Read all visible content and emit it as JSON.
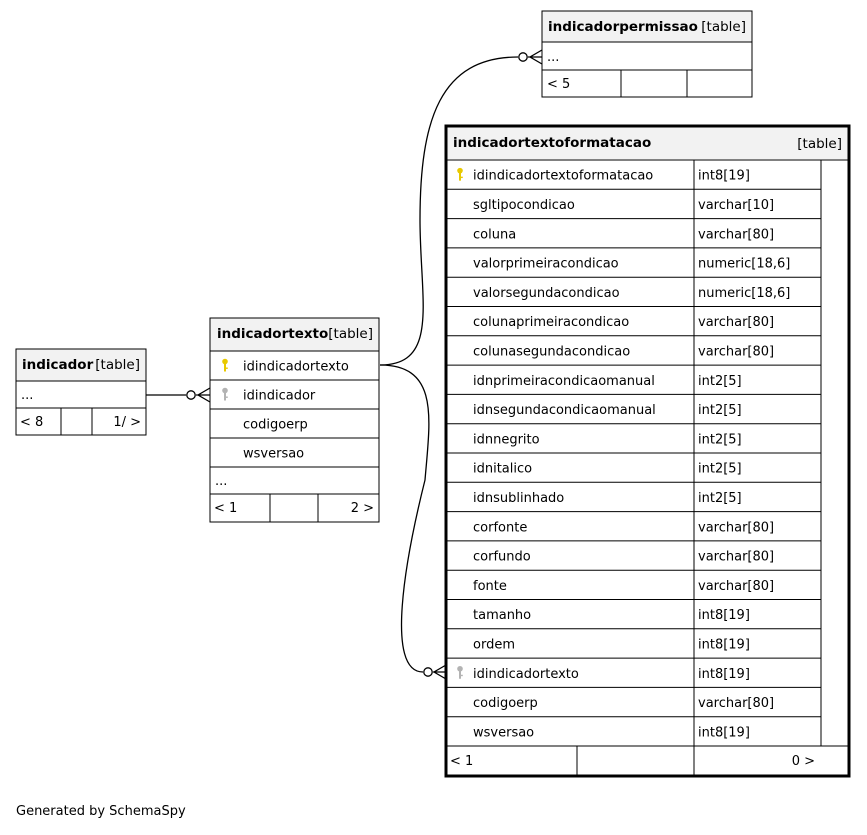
{
  "footer": "Generated by SchemaSpy",
  "type_label": "[table]",
  "tables": {
    "indicadorpermissao": {
      "name": "indicadorpermissao",
      "ellipsis": "...",
      "nav": {
        "left": "< 5",
        "mid": "",
        "right": ""
      }
    },
    "indicador": {
      "name": "indicador",
      "ellipsis": "...",
      "nav": {
        "left": "< 8",
        "mid": "",
        "right": "1/ >"
      }
    },
    "indicadortexto": {
      "name": "indicadortexto",
      "ellipsis": "...",
      "columns": [
        {
          "name": "idindicadortexto",
          "key": "primary"
        },
        {
          "name": "idindicador",
          "key": "foreign"
        },
        {
          "name": "codigoerp",
          "key": ""
        },
        {
          "name": "wsversao",
          "key": ""
        }
      ],
      "nav": {
        "left": "< 1",
        "mid": "",
        "right": "2 >"
      }
    },
    "indicadortextoformatacao": {
      "name": "indicadortextoformatacao",
      "columns": [
        {
          "name": "idindicadortextoformatacao",
          "type": "int8[19]",
          "key": "primary"
        },
        {
          "name": "sgltipocondicao",
          "type": "varchar[10]",
          "key": ""
        },
        {
          "name": "coluna",
          "type": "varchar[80]",
          "key": ""
        },
        {
          "name": "valorprimeiracondicao",
          "type": "numeric[18,6]",
          "key": ""
        },
        {
          "name": "valorsegundacondicao",
          "type": "numeric[18,6]",
          "key": ""
        },
        {
          "name": "colunaprimeiracondicao",
          "type": "varchar[80]",
          "key": ""
        },
        {
          "name": "colunasegundacondicao",
          "type": "varchar[80]",
          "key": ""
        },
        {
          "name": "idnprimeiracondicaomanual",
          "type": "int2[5]",
          "key": ""
        },
        {
          "name": "idnsegundacondicaomanual",
          "type": "int2[5]",
          "key": ""
        },
        {
          "name": "idnnegrito",
          "type": "int2[5]",
          "key": ""
        },
        {
          "name": "idnitalico",
          "type": "int2[5]",
          "key": ""
        },
        {
          "name": "idnsublinhado",
          "type": "int2[5]",
          "key": ""
        },
        {
          "name": "corfonte",
          "type": "varchar[80]",
          "key": ""
        },
        {
          "name": "corfundo",
          "type": "varchar[80]",
          "key": ""
        },
        {
          "name": "fonte",
          "type": "varchar[80]",
          "key": ""
        },
        {
          "name": "tamanho",
          "type": "int8[19]",
          "key": ""
        },
        {
          "name": "ordem",
          "type": "int8[19]",
          "key": ""
        },
        {
          "name": "idindicadortexto",
          "type": "int8[19]",
          "key": "foreign"
        },
        {
          "name": "codigoerp",
          "type": "varchar[80]",
          "key": ""
        },
        {
          "name": "wsversao",
          "type": "int8[19]",
          "key": ""
        }
      ],
      "nav": {
        "left": "< 1",
        "mid": "",
        "right": "0 >"
      }
    }
  },
  "colors": {
    "header_bg": "#f2f2f2",
    "border": "#000000",
    "primary_key": "#e8c900",
    "foreign_key": "#b3b3b3"
  }
}
